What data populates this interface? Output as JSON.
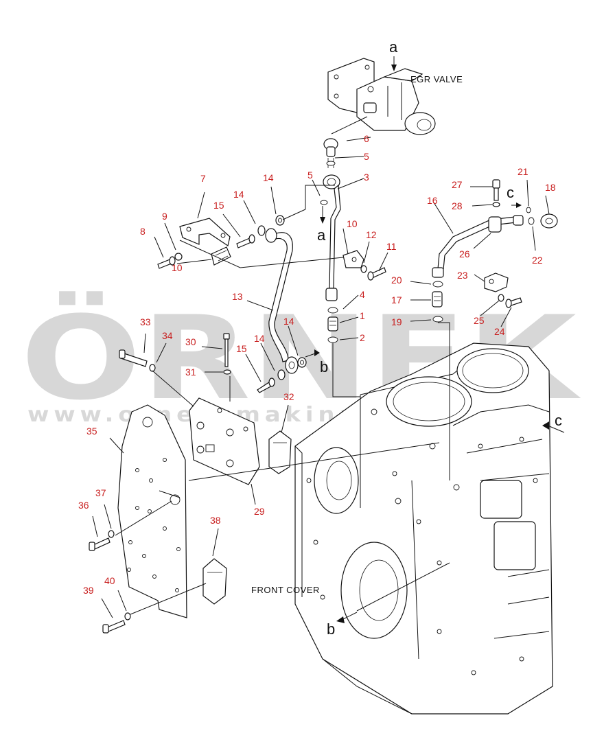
{
  "diagram": {
    "labels": {
      "egr_valve": "EGR VALVE",
      "front_cover": "FRONT COVER"
    },
    "reference_letters": {
      "a_top": "a",
      "a_mid": "a",
      "b_mid": "b",
      "b_bottom": "b",
      "c_right": "c",
      "c_upper": "c"
    },
    "part_numbers": {
      "p1": "1",
      "p2": "2",
      "p3": "3",
      "p4": "4",
      "p5a": "5",
      "p5b": "5",
      "p6": "6",
      "p7": "7",
      "p8": "8",
      "p9": "9",
      "p10a": "10",
      "p10b": "10",
      "p11": "11",
      "p12": "12",
      "p13": "13",
      "p14a": "14",
      "p14b": "14",
      "p14c": "14",
      "p14d": "14",
      "p15a": "15",
      "p15b": "15",
      "p16": "16",
      "p17": "17",
      "p18": "18",
      "p19": "19",
      "p20": "20",
      "p21": "21",
      "p22": "22",
      "p23": "23",
      "p24": "24",
      "p25": "25",
      "p26": "26",
      "p27": "27",
      "p28": "28",
      "p29": "29",
      "p30": "30",
      "p31": "31",
      "p32": "32",
      "p33": "33",
      "p34": "34",
      "p35": "35",
      "p36": "36",
      "p37": "37",
      "p38": "38",
      "p39": "39",
      "p40": "40"
    },
    "watermark": {
      "brand": "ÖRNEK",
      "url": "www.orneksmakinalari.com.tr"
    },
    "colors": {
      "part_number": "#c81e1e",
      "line": "#111111",
      "watermark": "#bdbdbd",
      "watermark_accent": "#f2d98a"
    }
  }
}
